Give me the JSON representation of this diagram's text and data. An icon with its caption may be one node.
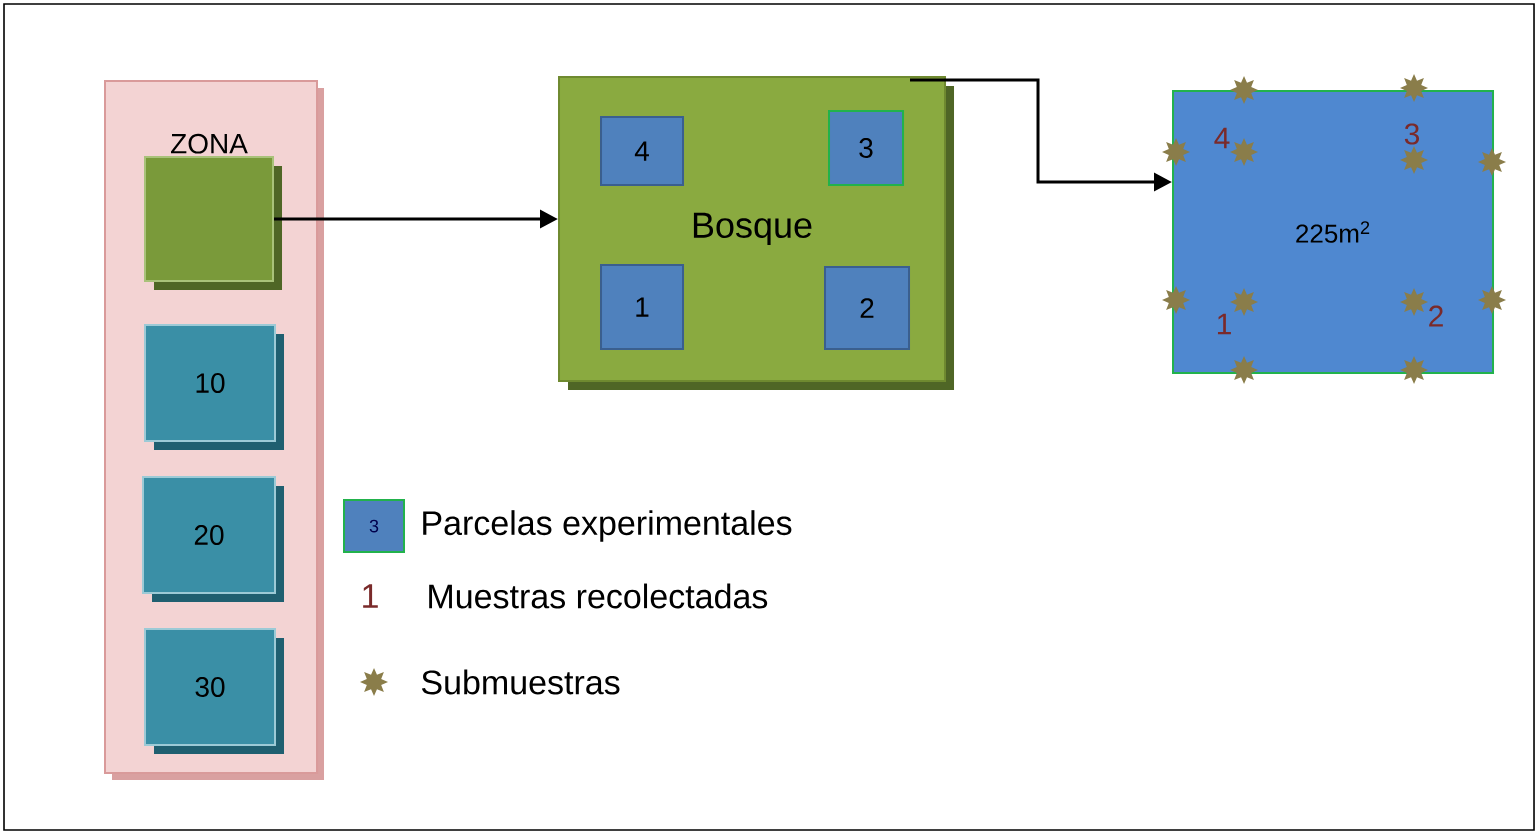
{
  "diagram": {
    "nodes": [
      {
        "text": [],
        "shape": "box"
      },
      {
        "text": [
          "ZONA"
        ],
        "in": 0
      },
      {
        "text": [
          "10"
        ],
        "in": 0
      },
      {
        "text": [
          "20"
        ],
        "in": 0
      },
      {
        "text": [
          "30"
        ],
        "in": 0
      },
      {
        "text": [
          "Bosque"
        ]
      },
      {
        "text": [
          "4"
        ],
        "in": 5
      },
      {
        "text": [
          "3"
        ],
        "in": 5
      },
      {
        "text": [
          "1"
        ],
        "in": 5
      },
      {
        "text": [
          "2"
        ],
        "in": 5
      },
      {
        "text": [
          "225m$^{2}$"
        ]
      }
    ],
    "edges": [
      {
        "from": 1,
        "to": 5,
        "arrow": "to"
      },
      {
        "from": 5,
        "to": 10,
        "arrow": "to"
      }
    ],
    "labels": [
      "4",
      "3",
      "1",
      "2",
      "3",
      "1"
    ],
    "legend": [
      {
        "text": "Parcelas experimentales"
      },
      {
        "text": "Muestras recolectadas"
      },
      {
        "text": "Submuestras"
      }
    ]
  }
}
